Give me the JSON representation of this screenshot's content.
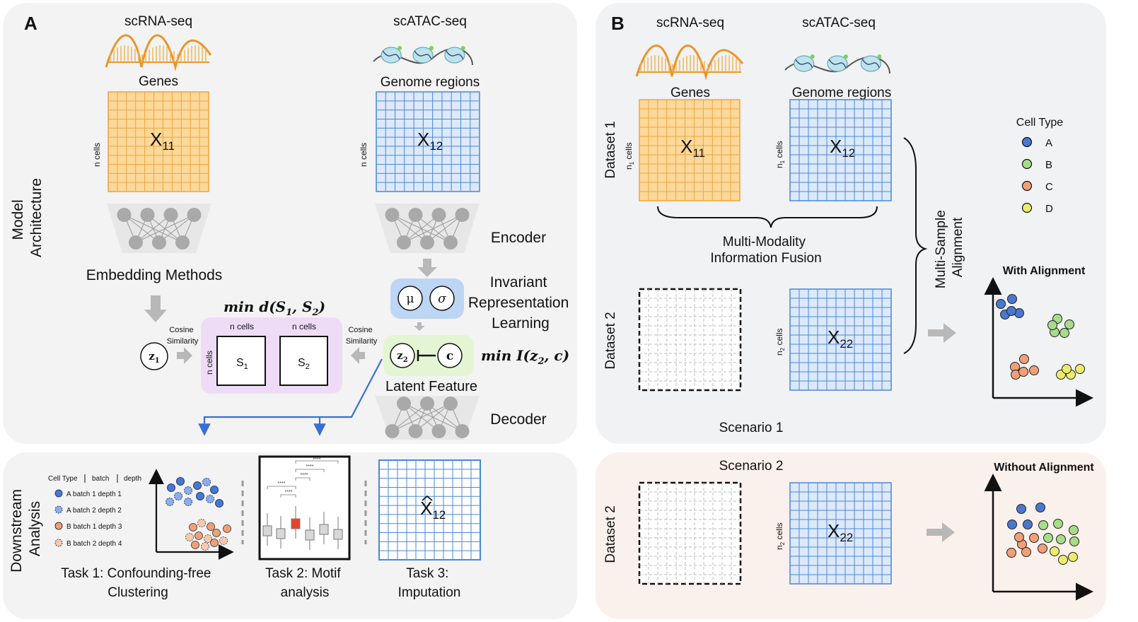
{
  "panel_a": {
    "letter": "A",
    "scrna_title": "scRNA-seq",
    "scatac_title": "scATAC-seq",
    "genes": "Genes",
    "genome_regions": "Genome regions",
    "n_cells": "n cells",
    "x11": "X",
    "x11_sub": "11",
    "x12": "X",
    "x12_sub": "12",
    "side_label_model": [
      "Model",
      "Architecture"
    ],
    "side_label_downstream": [
      "Downstream",
      "Analysis"
    ],
    "embedding_methods": "Embedding Methods",
    "encoder": "Encoder",
    "decoder": "Decoder",
    "invariant": [
      "Invariant",
      "Representation",
      "Learning"
    ],
    "mu": "μ",
    "sigma": "σ",
    "z2": "z",
    "z2_sub": "2",
    "c": "c",
    "z1": "z",
    "z1_sub": "1",
    "latent_feature": "Latent Feature",
    "min_d": "min d(S",
    "min_d_full": [
      "min d(S",
      "1",
      ", S",
      "2",
      ")"
    ],
    "min_i_full": [
      "min I(z",
      "2",
      ", c)"
    ],
    "cosine_similarity": [
      "Cosine",
      "Similarity"
    ],
    "s1": "S",
    "s1_sub": "1",
    "s2": "S",
    "s2_sub": "2",
    "task1": [
      "Task 1: Confounding-free",
      "Clustering"
    ],
    "task2": [
      "Task 2: Motif",
      "analysis"
    ],
    "task3": [
      "Task 3:",
      "Imputation"
    ],
    "task1_legend_header": [
      "Cell Type",
      "batch",
      "depth"
    ],
    "task1_legend": [
      "A batch 1 depth 1",
      "A batch 2 depth 2",
      "B batch 1 depth 3",
      "B batch 2 depth 4"
    ],
    "stars": "****",
    "x12_hat": "X",
    "x12_hat_sub": "12"
  },
  "panel_b": {
    "letter": "B",
    "scrna_title": "scRNA-seq",
    "scatac_title": "scATAC-seq",
    "genes": "Genes",
    "genome_regions": "Genome regions",
    "dataset1": "Dataset 1",
    "dataset2": "Dataset 2",
    "n1_cells": [
      "n",
      "1",
      " cells"
    ],
    "n2_cells": [
      "n",
      "2",
      " cells"
    ],
    "x11": "X",
    "x11_sub": "11",
    "x12": "X",
    "x12_sub": "12",
    "x22": "X",
    "x22_sub": "22",
    "fusion": [
      "Multi-Modality",
      "Information Fusion"
    ],
    "alignment": [
      "Multi-Sample",
      "Alignment"
    ],
    "scenario1": "Scenario 1",
    "scenario2": "Scenario 2",
    "cell_type_title": "Cell Type",
    "cell_types": [
      "A",
      "B",
      "C",
      "D"
    ],
    "with_alignment": "With Alignment",
    "without_alignment": "Without Alignment"
  },
  "colors": {
    "rna_fill": "#fbd99a",
    "rna_line": "#f0a340",
    "atac_fill": "#dce9fb",
    "atac_line": "#4a86d8",
    "panel_bg": "#f3f3f3",
    "scenario2_bg": "#fbf1ec",
    "purple": "#eedcf7",
    "blue_box": "#bcd6f4",
    "green_box": "#e3f5d2",
    "type_a": "#4a78d0",
    "type_b": "#a8dc8a",
    "type_c": "#f0a078",
    "type_d": "#ecec6a"
  }
}
